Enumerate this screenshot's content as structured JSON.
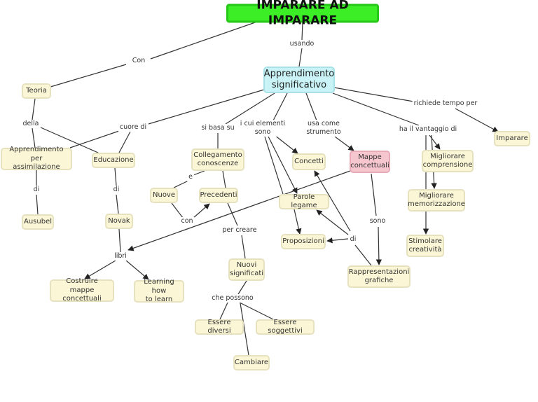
{
  "colors": {
    "title": "#3cee25",
    "main": "#c9f3f6",
    "concept": "#fbf7d6",
    "highlight": "#f6c6cf",
    "line": "#333333"
  },
  "nodes": {
    "title": "IMPARARE AD IMPARARE",
    "apprendimento_significativo": "Apprendimento\nsignificativo",
    "teoria": "Teoria",
    "apprendimento_assimilazione": "Apprendimento per\nassimilazione",
    "educazione": "Educazione",
    "ausubel": "Ausubel",
    "novak": "Novak",
    "collegamento": "Collegamento\nconoscenze",
    "nuove": "Nuove",
    "precedenti": "Precedenti",
    "concetti": "Concetti",
    "mappe": "Mappe\nconcettuali",
    "parole": "Parole legame",
    "proposizioni": "Proposizioni",
    "migliorare_comprensione": "Migliorare\ncomprensione",
    "migliorare_memorizzazione": "Migliorare\nmemorizzazione",
    "stimolare": "Stimolare\ncreatività",
    "imparare": "Imparare",
    "rappresentazioni": "Rappresentazioni\ngrafiche",
    "nuovi_significati": "Nuovi\nsignificati",
    "costruire": "Costruire\nmappe concettuali",
    "learning": "Learning how\nto learn",
    "essere_diversi": "Essere diversi",
    "essere_soggettivi": "Essere soggettivi",
    "cambiare": "Cambiare"
  },
  "links": {
    "usando": "usando",
    "con_upper": "Con",
    "della": "della",
    "cuore_di": "cuore di",
    "si_basa_su": "si basa su",
    "i_cui_elementi": "i cui elementi\nsono",
    "usa_come": "usa come\nstrumento",
    "ha_il_vantaggio": "ha il vantaggio di",
    "richiede": "richiede tempo per",
    "di_ausubel": "di",
    "di_novak": "di",
    "e": "e",
    "con": "con",
    "per_creare": "per creare",
    "libri": "libri",
    "che_possono": "che possono",
    "sono": "sono",
    "di_mappe": "di"
  }
}
